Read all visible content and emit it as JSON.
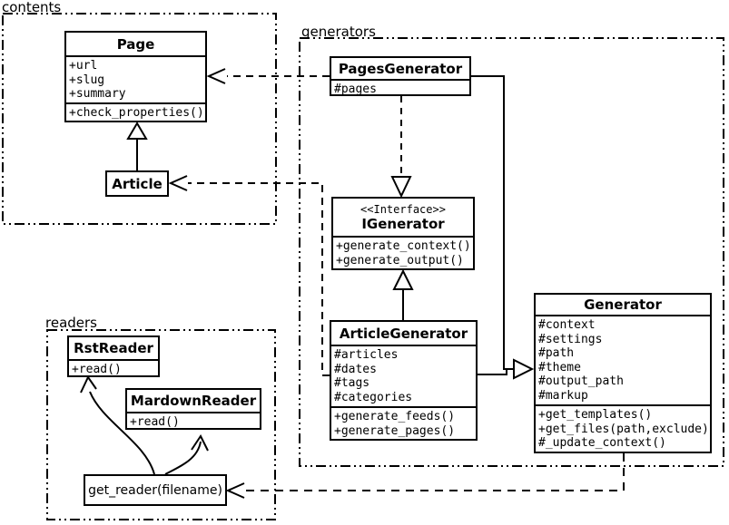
{
  "packages": {
    "contents": {
      "label": "contents"
    },
    "generators": {
      "label": "generators"
    },
    "readers": {
      "label": "readers"
    }
  },
  "classes": {
    "page": {
      "name": "Page",
      "attributes": [
        "+url",
        "+slug",
        "+summary"
      ],
      "methods": [
        "+check_properties()"
      ]
    },
    "article": {
      "name": "Article"
    },
    "pages_generator": {
      "name": "PagesGenerator",
      "attributes": [
        "#pages"
      ]
    },
    "igenerator": {
      "stereotype": "<<Interface>>",
      "name": "IGenerator",
      "methods": [
        "+generate_context()",
        "+generate_output()"
      ]
    },
    "article_generator": {
      "name": "ArticleGenerator",
      "attributes": [
        "#articles",
        "#dates",
        "#tags",
        "#categories"
      ],
      "methods": [
        "+generate_feeds()",
        "+generate_pages()"
      ]
    },
    "generator": {
      "name": "Generator",
      "attributes": [
        "#context",
        "#settings",
        "#path",
        "#theme",
        "#output_path",
        "#markup"
      ],
      "methods": [
        "+get_templates()",
        "+get_files(path,exclude)",
        "#_update_context()"
      ]
    },
    "rst_reader": {
      "name": "RstReader",
      "methods": [
        "+read()"
      ]
    },
    "mardown_reader": {
      "name": "MardownReader",
      "methods": [
        "+read()"
      ]
    },
    "get_reader": {
      "label": "get_reader(filename)"
    }
  },
  "relationships": [
    {
      "from": "Article",
      "to": "Page",
      "type": "generalization",
      "style": "solid-hollow-triangle"
    },
    {
      "from": "PagesGenerator",
      "to": "Page",
      "type": "dependency",
      "style": "dashed-open-arrow"
    },
    {
      "from": "ArticleGenerator",
      "to": "Article",
      "type": "dependency",
      "style": "dashed-open-arrow"
    },
    {
      "from": "PagesGenerator",
      "to": "IGenerator",
      "type": "realization",
      "style": "dashed-hollow-triangle"
    },
    {
      "from": "ArticleGenerator",
      "to": "IGenerator",
      "type": "realization",
      "style": "solid-hollow-triangle"
    },
    {
      "from": "PagesGenerator",
      "to": "Generator",
      "type": "generalization",
      "style": "solid-hollow-triangle"
    },
    {
      "from": "ArticleGenerator",
      "to": "Generator",
      "type": "generalization",
      "style": "solid-hollow-triangle"
    },
    {
      "from": "Generator",
      "to": "get_reader(filename)",
      "type": "dependency",
      "style": "dashed-open-arrow"
    },
    {
      "from": "get_reader(filename)",
      "to": "RstReader",
      "type": "call",
      "style": "curved-open-arrow"
    },
    {
      "from": "get_reader(filename)",
      "to": "MardownReader",
      "type": "call",
      "style": "curved-open-arrow"
    }
  ],
  "colors": {
    "stroke": "#000000",
    "background": "#ffffff"
  }
}
